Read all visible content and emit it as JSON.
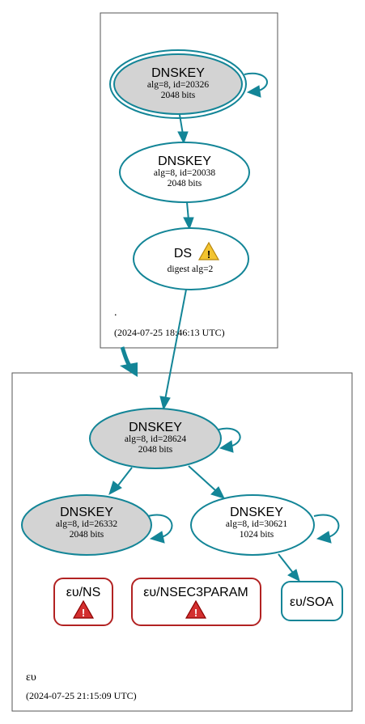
{
  "colors": {
    "edge": "#138597",
    "node_fill_ksk": "#d3d3d3",
    "node_stroke": "#138597",
    "error_stroke": "#b22222",
    "warning_fill": "#f3c430",
    "error_fill": "#d32f2f",
    "zone_border": "#555555"
  },
  "zones": {
    "root": {
      "name": ".",
      "timestamp": "(2024-07-25 18:46:13 UTC)"
    },
    "eu": {
      "name": "ευ",
      "timestamp": "(2024-07-25 21:15:09 UTC)"
    }
  },
  "nodes": {
    "root_ksk": {
      "title": "DNSKEY",
      "line1": "alg=8, id=20326",
      "line2": "2048 bits"
    },
    "root_zsk": {
      "title": "DNSKEY",
      "line1": "alg=8, id=20038",
      "line2": "2048 bits"
    },
    "ds": {
      "title": "DS",
      "line1": "digest alg=2",
      "status_icon": "warning-icon"
    },
    "eu_ksk": {
      "title": "DNSKEY",
      "line1": "alg=8, id=28624",
      "line2": "2048 bits"
    },
    "eu_key2": {
      "title": "DNSKEY",
      "line1": "alg=8, id=26332",
      "line2": "2048 bits"
    },
    "eu_zsk": {
      "title": "DNSKEY",
      "line1": "alg=8, id=30621",
      "line2": "1024 bits"
    },
    "eu_ns": {
      "title": "ευ/NS",
      "status_icon": "error-icon"
    },
    "eu_nsec3param": {
      "title": "ευ/NSEC3PARAM",
      "status_icon": "error-icon"
    },
    "eu_soa": {
      "title": "ευ/SOA"
    }
  }
}
